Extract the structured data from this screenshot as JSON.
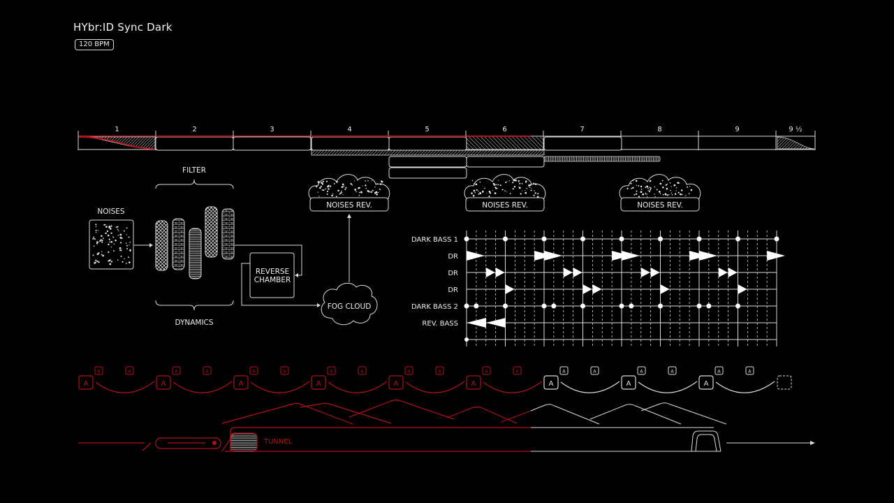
{
  "title": "HYbr:ID Sync Dark",
  "bpm": "120 BPM",
  "colors": {
    "red": "#b0131b",
    "white": "#f2f2f2",
    "background": "#000000"
  },
  "timeline": {
    "bars": [
      "1",
      "2",
      "3",
      "4",
      "5",
      "6",
      "7",
      "8",
      "9",
      "9 ½"
    ]
  },
  "modules": {
    "filter": "FILTER",
    "dynamics": "DYNAMICS",
    "noises": "NOISES",
    "reverse_chamber_line1": "REVERSE",
    "reverse_chamber_line2": "CHAMBER",
    "fog_cloud": "FOG CLOUD",
    "noises_rev": [
      "NOISES REV.",
      "NOISES REV.",
      "NOISES REV."
    ]
  },
  "sequencer": {
    "rows": [
      "DARK BASS 1",
      "DR",
      "DR",
      "DR",
      "DARK BASS 2",
      "REV. BASS"
    ]
  },
  "automation": {
    "marker": "A"
  },
  "tunnel": {
    "label": "TUNNEL"
  }
}
